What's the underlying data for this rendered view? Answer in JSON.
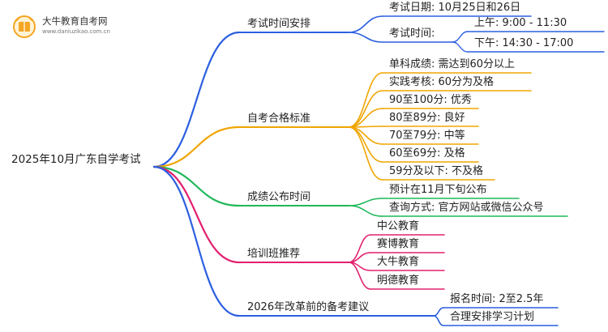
{
  "logo": {
    "title": "大牛教育自考网",
    "url": "www.daniuzikao.com.cn"
  },
  "root": {
    "label": "2025年10月广东自学考试"
  },
  "branches": [
    {
      "label": "考试时间安排",
      "color": "#2c5fe0",
      "children": [
        {
          "label": "考试日期: 10月25日和26日"
        },
        {
          "label": "考试时间:",
          "children": [
            {
              "label": "上午: 9:00 - 11:30"
            },
            {
              "label": "下午: 14:30 - 17:00"
            }
          ]
        }
      ]
    },
    {
      "label": "自考合格标准",
      "color": "#f0a500",
      "children": [
        {
          "label": "单科成绩: 需达到60分以上"
        },
        {
          "label": "实践考核: 60分为及格"
        },
        {
          "label": "90至100分: 优秀"
        },
        {
          "label": "80至89分: 良好"
        },
        {
          "label": "70至79分: 中等"
        },
        {
          "label": "60至69分: 及格"
        },
        {
          "label": "59分及以下: 不及格"
        }
      ]
    },
    {
      "label": "成绩公布时间",
      "color": "#1fb85a",
      "children": [
        {
          "label": "预计在11月下旬公布"
        },
        {
          "label": "查询方式: 官方网站或微信公众号"
        }
      ]
    },
    {
      "label": "培训班推荐",
      "color": "#e2216f",
      "children": [
        {
          "label": "中公教育"
        },
        {
          "label": "赛博教育"
        },
        {
          "label": "大牛教育"
        },
        {
          "label": "明德教育"
        }
      ]
    },
    {
      "label": "2026年改革前的备考建议",
      "color": "#2c5fe0",
      "children": [
        {
          "label": "报名时间: 2至2.5年"
        },
        {
          "label": "合理安排学习计划"
        }
      ]
    }
  ]
}
